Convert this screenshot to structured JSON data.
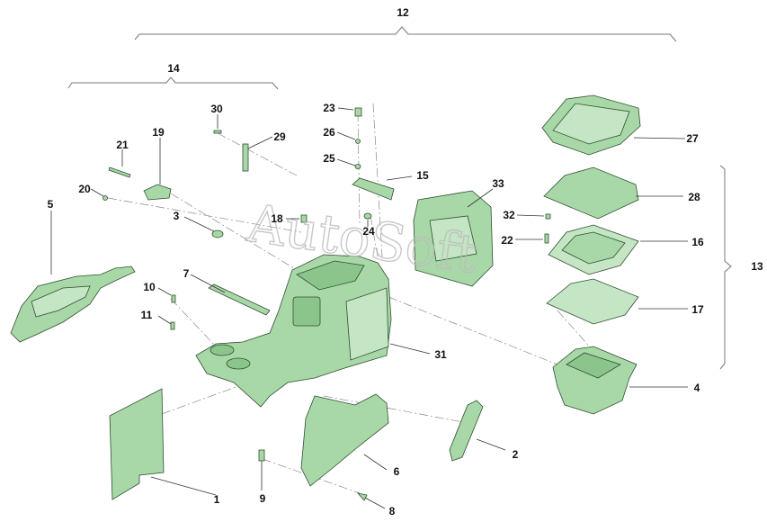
{
  "watermark": "AutoSoft",
  "callouts": {
    "c1": "1",
    "c2": "2",
    "c3": "3",
    "c4": "4",
    "c5": "5",
    "c6": "6",
    "c7": "7",
    "c8": "8",
    "c9": "9",
    "c10": "10",
    "c11": "11",
    "c12": "12",
    "c13": "13",
    "c14": "14",
    "c15": "15",
    "c16": "16",
    "c17": "17",
    "c18": "18",
    "c19": "19",
    "c20": "20",
    "c21": "21",
    "c22": "22",
    "c23": "23",
    "c24": "24",
    "c25": "25",
    "c26": "26",
    "c27": "27",
    "c28": "28",
    "c29": "29",
    "c30": "30",
    "c31": "31",
    "c32": "32",
    "c33": "33"
  },
  "colors": {
    "part_fill": "#a8d8a8",
    "part_outline": "#2f4f2f",
    "background": "#ffffff"
  }
}
